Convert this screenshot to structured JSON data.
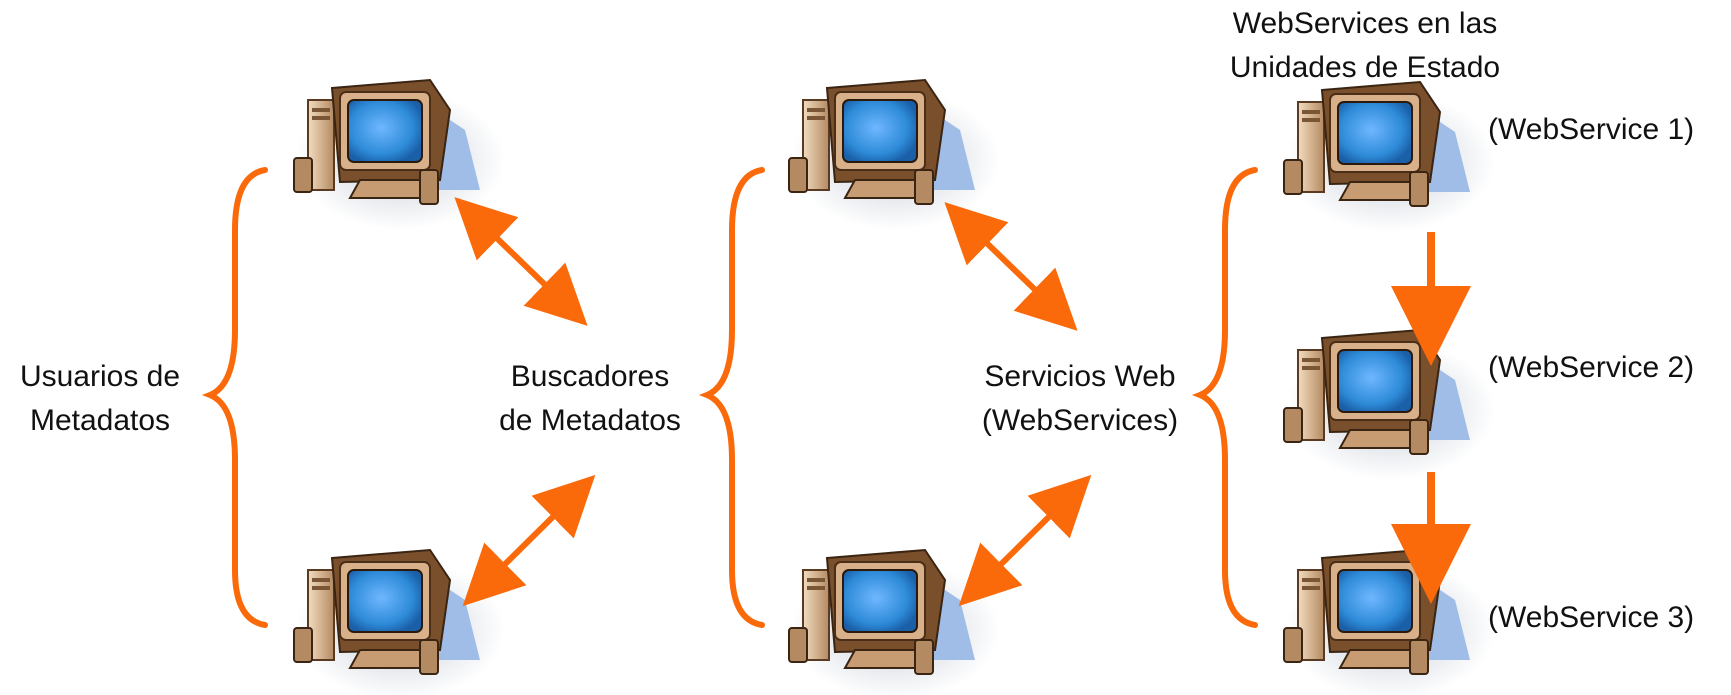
{
  "diagram": {
    "users_label": [
      "Usuarios de",
      "Metadatos"
    ],
    "search_label": [
      "Buscadores",
      "de Metadatos"
    ],
    "services_label": [
      "Servicios Web",
      "(WebServices)"
    ],
    "state_units_title": [
      "WebServices en las",
      "Unidades de Estado"
    ],
    "webservice_labels": [
      "(WebService 1)",
      "(WebService 2)",
      "(WebService 3)"
    ],
    "accent_color": "#fa6a0a",
    "monitor_screen_color": "#2e8bd8",
    "computer_icon": "desktop-computer-icon"
  }
}
